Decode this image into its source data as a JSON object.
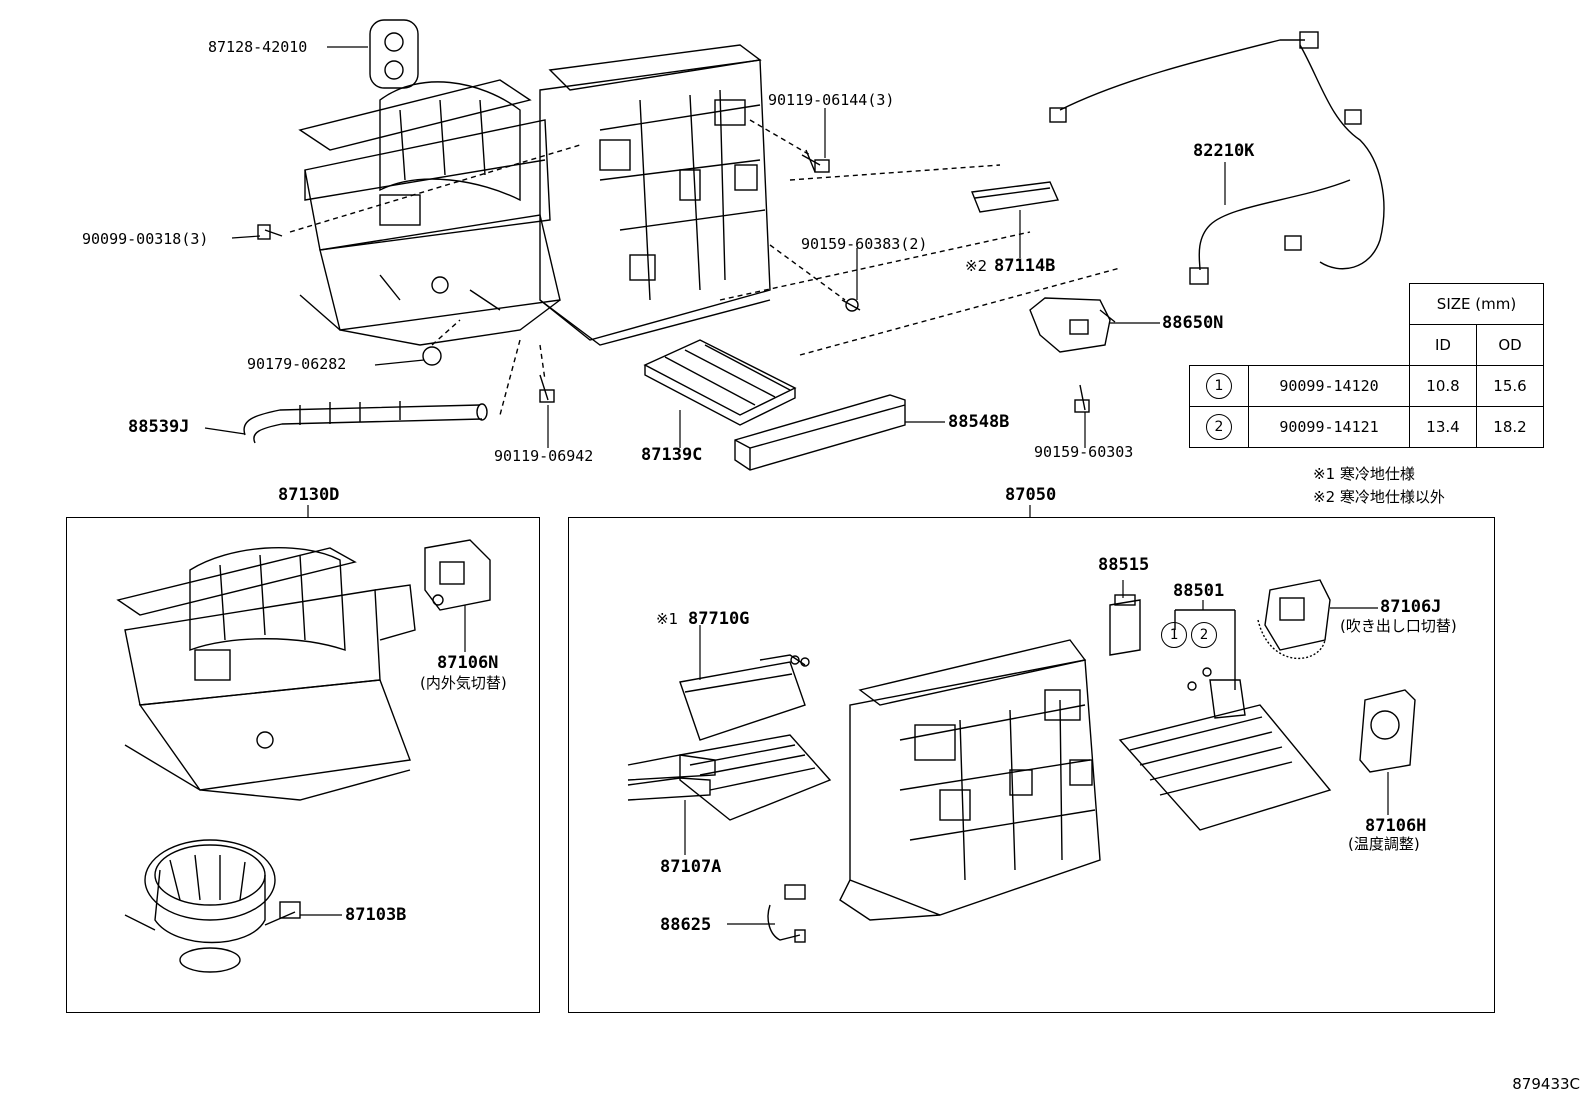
{
  "labels": {
    "p87128": "87128-42010",
    "p90119_06144": "90119-06144(3)",
    "p90099_00318": "90099-00318(3)",
    "p90159_60383": "90159-60383(2)",
    "p87114b": "87114B",
    "p87114b_mark": "※2",
    "p82210k": "82210K",
    "p88650n": "88650N",
    "p90179": "90179-06282",
    "p88539j": "88539J",
    "p90119_06942": "90119-06942",
    "p87139c": "87139C",
    "p88548b": "88548B",
    "p90159_60303": "90159-60303",
    "p87130d": "87130D",
    "p87050": "87050",
    "p87106n": "87106N",
    "p87106n_desc": "(内外気切替)",
    "p87103b": "87103B",
    "p87710g_mark": "※1",
    "p87710g": "87710G",
    "p88515": "88515",
    "p88501": "88501",
    "p87106j": "87106J",
    "p87106j_desc": "(吹き出し口切替)",
    "p87107a": "87107A",
    "p88625": "88625",
    "p87106h": "87106H",
    "p87106h_desc": "(温度調整)",
    "sub1": "1",
    "sub2": "2"
  },
  "notes": {
    "n1": "※1 寒冷地仕様",
    "n2": "※2 寒冷地仕様以外"
  },
  "size_table": {
    "header": "SIZE (mm)",
    "col_id": "ID",
    "col_od": "OD",
    "rows": [
      {
        "mark": "1",
        "part": "90099-14120",
        "id": "10.8",
        "od": "15.6"
      },
      {
        "mark": "2",
        "part": "90099-14121",
        "id": "13.4",
        "od": "18.2"
      }
    ]
  },
  "diagram_code": "879433C"
}
